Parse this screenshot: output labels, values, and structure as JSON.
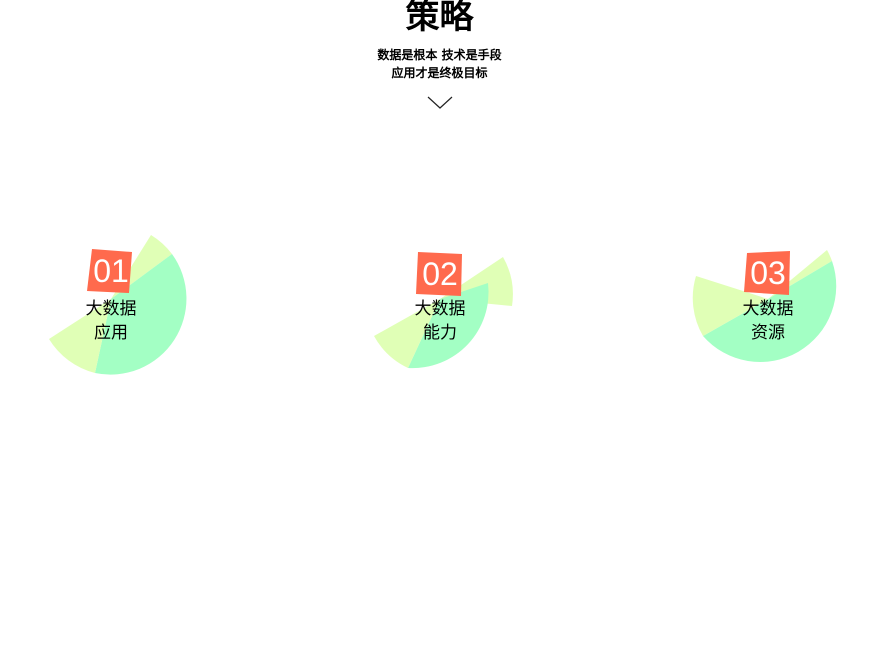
{
  "header": {
    "title": "策略",
    "subtitle_line1": "数据是根本  技术是手段",
    "subtitle_line2": "应用才是终极目标",
    "chevron_icon": "chevron-down-icon"
  },
  "colors": {
    "green": "#a3ffc4",
    "lime": "#e0ffb6",
    "badge": "#ff6a4d"
  },
  "cards": [
    {
      "number": "01",
      "line1": "大数据",
      "line2": "应用"
    },
    {
      "number": "02",
      "line1": "大数据",
      "line2": "能力"
    },
    {
      "number": "03",
      "line1": "大数据",
      "line2": "资源"
    }
  ]
}
